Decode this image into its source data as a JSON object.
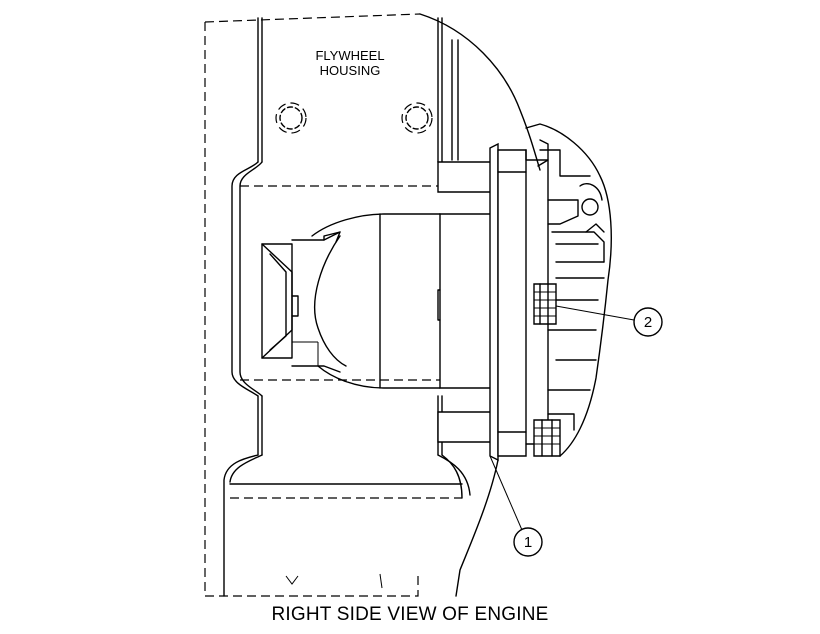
{
  "labels": {
    "flywheel_housing_line1": "FLYWHEEL",
    "flywheel_housing_line2": "HOUSING",
    "caption": "RIGHT SIDE VIEW OF ENGINE"
  },
  "callouts": [
    {
      "number": "1"
    },
    {
      "number": "2"
    }
  ]
}
